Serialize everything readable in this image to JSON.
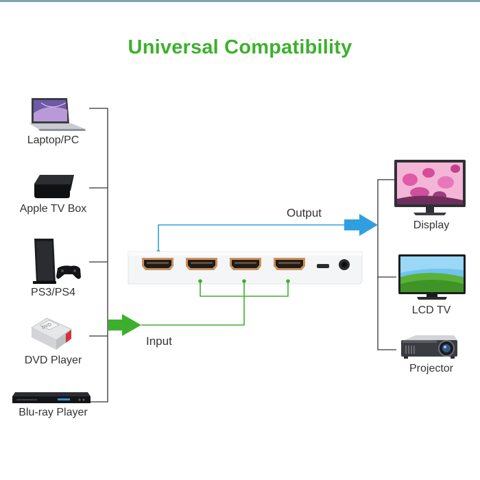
{
  "title": "Universal Compatibility",
  "sources": [
    {
      "label": "Laptop/PC",
      "icon": "laptop-icon"
    },
    {
      "label": "Apple TV Box",
      "icon": "apple-tv-box-icon"
    },
    {
      "label": "PS3/PS4",
      "icon": "game-console-icon"
    },
    {
      "label": "DVD Player",
      "icon": "dvd-player-icon"
    },
    {
      "label": "Blu-ray Player",
      "icon": "bluray-player-icon"
    }
  ],
  "outputs": [
    {
      "label": "Display",
      "icon": "monitor-icon"
    },
    {
      "label": "LCD TV",
      "icon": "lcd-tv-icon"
    },
    {
      "label": "Projector",
      "icon": "projector-icon"
    }
  ],
  "input_label": "Input",
  "output_label": "Output",
  "colors": {
    "title": "#3cb02c",
    "input_arrow": "#3cb02c",
    "output_arrow": "#2f9fe0",
    "input_lines": "#3cb02c",
    "output_line": "#2f9fe0",
    "hdmi_port": "#c9905a"
  }
}
